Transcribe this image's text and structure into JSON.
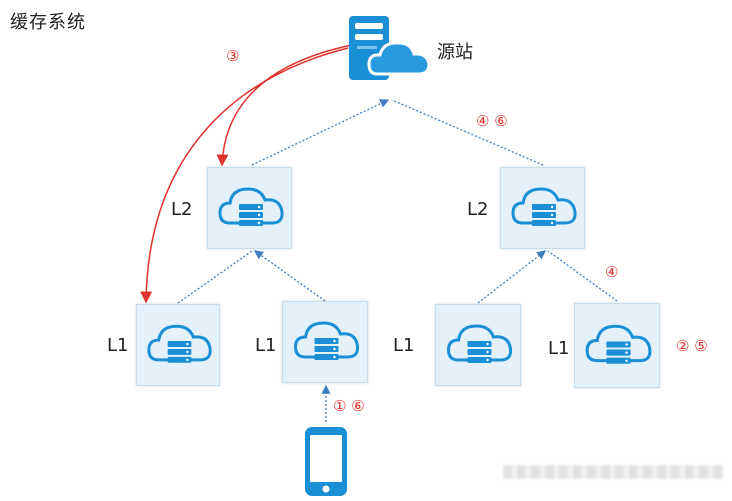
{
  "title": "缓存系统",
  "origin": {
    "label": "源站",
    "icon": "origin-server-cloud-icon"
  },
  "nodes": [
    {
      "id": "l2-left",
      "label": "L2",
      "icon": "cloud-server-icon"
    },
    {
      "id": "l2-right",
      "label": "L2",
      "icon": "cloud-server-icon"
    },
    {
      "id": "l1-a",
      "label": "L1",
      "icon": "cloud-server-icon"
    },
    {
      "id": "l1-b",
      "label": "L1",
      "icon": "cloud-server-icon"
    },
    {
      "id": "l1-c",
      "label": "L1",
      "icon": "cloud-server-icon"
    },
    {
      "id": "l1-d",
      "label": "L1",
      "icon": "cloud-server-icon"
    }
  ],
  "client": {
    "icon": "mobile-phone-icon"
  },
  "steps": {
    "s3": "③",
    "s4_s6_top": "④ ⑥",
    "s4_right": "④",
    "s2_s5": "② ⑤",
    "s1_s6": "① ⑥"
  },
  "colors": {
    "node_fill": "#e4f1fa",
    "icon_blue": "#1a8fd6",
    "link_blue": "#3d7fc0",
    "request_red": "#e0322e"
  }
}
